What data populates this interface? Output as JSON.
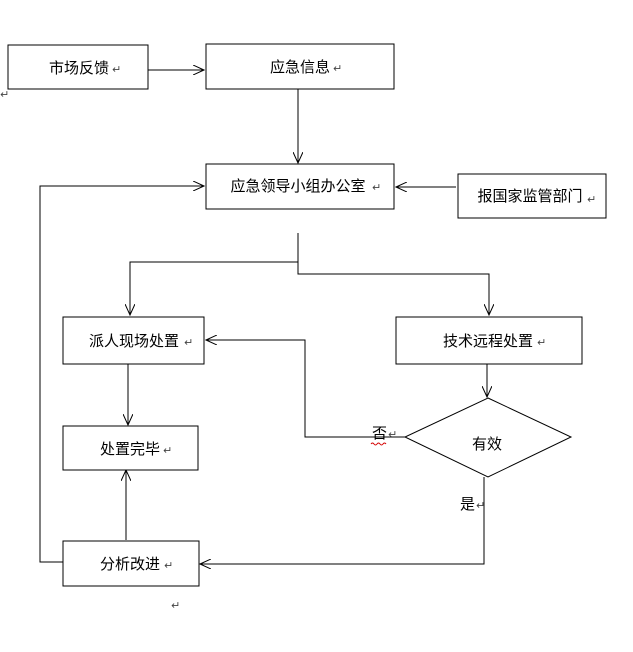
{
  "nodes": {
    "market_feedback": "市场反馈",
    "emergency_info": "应急信息",
    "emergency_office": "应急领导小组办公室",
    "report_regulator": "报国家监管部门",
    "onsite_handling": "派人现场处置",
    "remote_handling": "技术远程处置",
    "effective": "有效",
    "handling_done": "处置完毕",
    "analyze_improve": "分析改进"
  },
  "edge_labels": {
    "no": "否",
    "yes": "是"
  },
  "marks": {
    "paragraph_mark": "↵"
  },
  "colors": {
    "line": "#000000",
    "spellcheck": "#d40000"
  }
}
